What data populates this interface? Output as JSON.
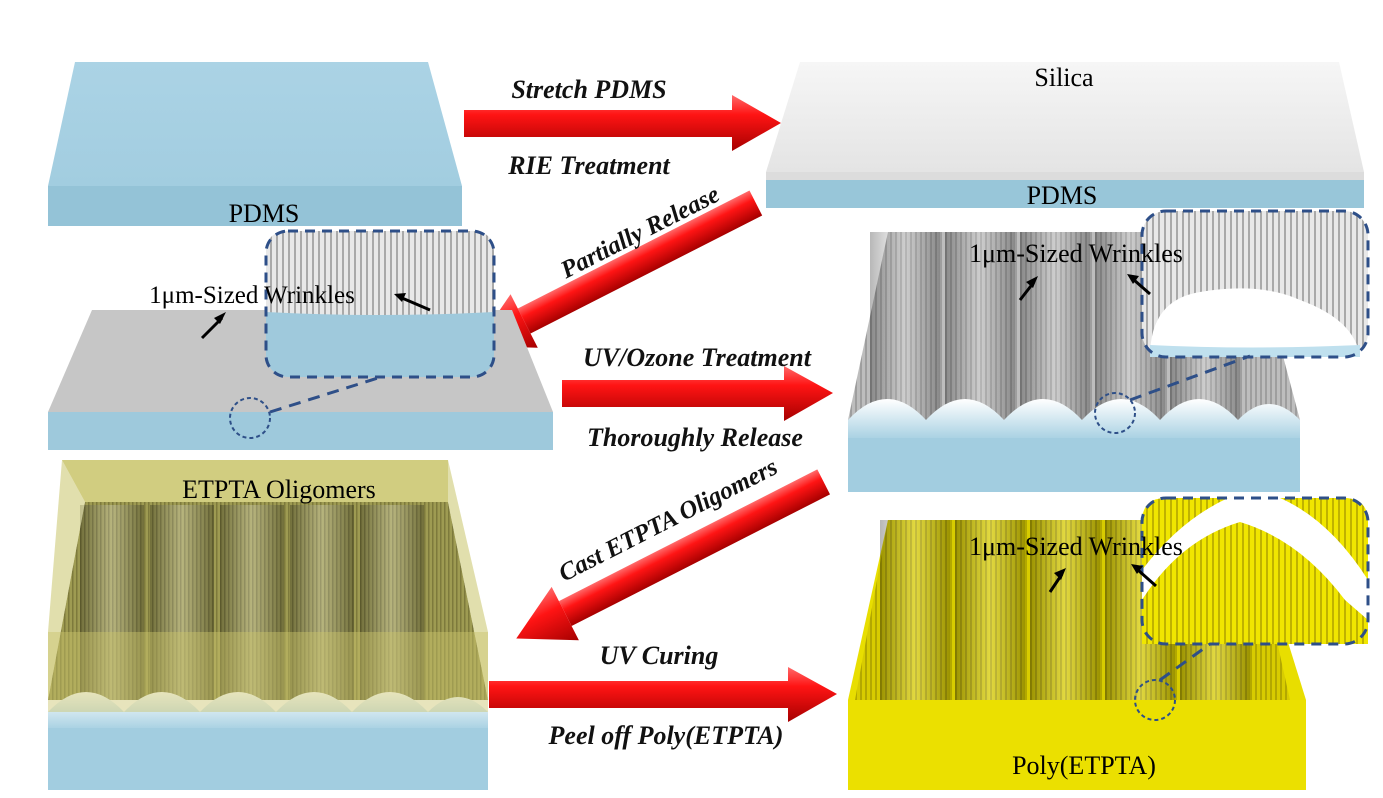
{
  "panels": {
    "pdms_flat": {
      "label": "PDMS"
    },
    "silica_pdms": {
      "top_label": "Silica",
      "base_label": "PDMS"
    },
    "wrinkled_small": {
      "label": "1μm-Sized Wrinkles"
    },
    "wrinkled_large": {
      "label": "1μm-Sized Wrinkles"
    },
    "etpta_oligomers": {
      "label": "ETPTA Oligomers"
    },
    "poly_etpta": {
      "label": "Poly(ETPTA)",
      "wrinkle_label": "1μm-Sized Wrinkles"
    }
  },
  "steps": {
    "step1": {
      "top": "Stretch PDMS",
      "bottom": "RIE Treatment"
    },
    "step2": {
      "label": "Partially Release"
    },
    "step3": {
      "top": "UV/Ozone Treatment",
      "bottom": "Thoroughly Release"
    },
    "step4": {
      "label": "Cast ETPTA Oligomers"
    },
    "step5": {
      "top": "UV Curing",
      "bottom": "Peel off  Poly(ETPTA)"
    }
  },
  "colors": {
    "pdms": "#a6d2e4",
    "pdms_side": "#93c2d6",
    "silica": "#eeeeee",
    "wrinkle_gray": "#b9b9b9",
    "etpta_oligomer": "#c9c56a",
    "poly_etpta": "#e8de00",
    "arrow": "#ff1a1a",
    "arrow_dark": "#a80000",
    "dashed_outline": "#2e4f88"
  }
}
